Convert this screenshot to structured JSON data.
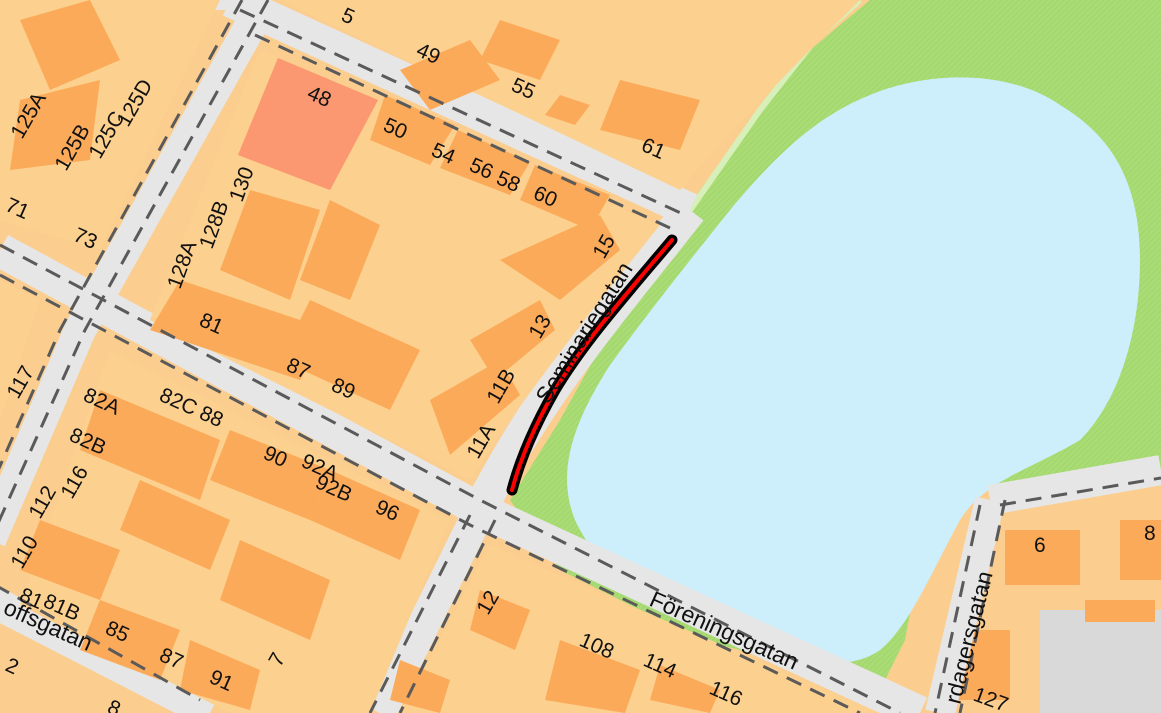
{
  "map": {
    "colors": {
      "background": "#fccf92",
      "block": "#fcd08e",
      "building": "#fbaa5a",
      "highlight_building": "#fb9872",
      "road": "#e8e8e8",
      "road_dash": "#555555",
      "park": "#aee07a",
      "water": "#cdeffc",
      "selected_street_outline": "#000000",
      "selected_street": "#ff0000",
      "gray_area": "#d9d9d9"
    },
    "streets": {
      "seminariegatan": "Seminariegatan",
      "foreningsgatan": "Föreningsgatan",
      "left_street_fragment": "offsgatan",
      "right_street_fragment": "rdagersgatan"
    },
    "address_labels": {
      "a49": "49",
      "a55": "55",
      "a61": "61",
      "a48": "48",
      "a50": "50",
      "a54": "54",
      "a56": "56",
      "a58": "58",
      "a60": "60",
      "a15": "15",
      "a13": "13",
      "a11b": "11B",
      "a11a": "11A",
      "a125a": "125A",
      "a125b": "125B",
      "a125c": "125C",
      "a125d": "125D",
      "a71": "71",
      "a73": "73",
      "a128b": "128B",
      "a130": "130",
      "a128a": "128A",
      "a81": "81",
      "a87": "87",
      "a89": "89",
      "a82a": "82A",
      "a82b": "82B",
      "a82c": "82C",
      "a88": "88",
      "a90": "90",
      "a92a": "92A",
      "a92b": "92B",
      "a96": "96",
      "a116": "116",
      "a112": "112",
      "a110": "110",
      "a117": "117",
      "a81b": "81B",
      "a81left": "81",
      "a85": "85",
      "a87b": "87",
      "a91": "91",
      "a7": "7",
      "a12": "12",
      "a108": "108",
      "a114": "114",
      "a116b": "116",
      "a6": "6",
      "a8": "8",
      "a127": "127",
      "a2": "2",
      "a5": "5",
      "a8b": "8"
    }
  }
}
